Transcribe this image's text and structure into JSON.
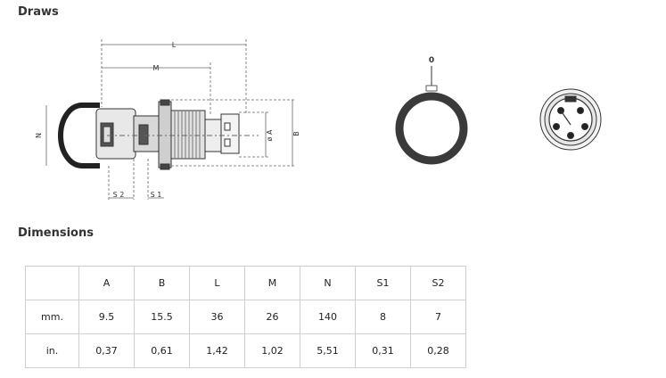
{
  "sections": {
    "draws_title": "Draws",
    "dimensions_title": "Dimensions"
  },
  "drawing": {
    "labels": {
      "L": "L",
      "M": "M",
      "N": "N",
      "A": "ø A",
      "B": "B",
      "S1": "S 1",
      "S2": "S 2",
      "zero": "0"
    }
  },
  "table": {
    "headers": [
      "",
      "A",
      "B",
      "L",
      "M",
      "N",
      "S1",
      "S2"
    ],
    "rows": [
      [
        "mm.",
        "9.5",
        "15.5",
        "36",
        "26",
        "140",
        "8",
        "7"
      ],
      [
        "in.",
        "0,37",
        "0,61",
        "1,42",
        "1,02",
        "5,51",
        "0,31",
        "0,28"
      ]
    ]
  }
}
